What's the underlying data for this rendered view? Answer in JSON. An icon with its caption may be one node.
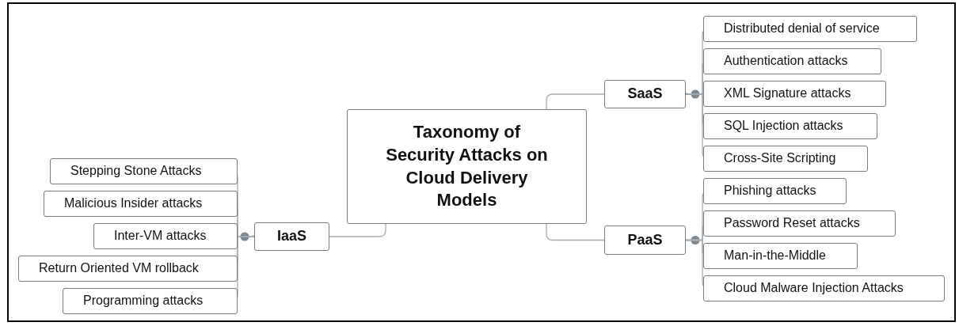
{
  "diagram": {
    "nodes": [
      {
        "text": [
          "Taxonomy of Security Attacks on Cloud Delivery Models"
        ]
      },
      {
        "text": [
          "SaaS"
        ]
      },
      {
        "text": [
          "Distributed denial of service"
        ]
      },
      {
        "text": [
          "Authentication attacks"
        ]
      },
      {
        "text": [
          "XML Signature attacks"
        ]
      },
      {
        "text": [
          "SQL Injection attacks"
        ]
      },
      {
        "text": [
          "Cross-Site Scripting"
        ]
      },
      {
        "text": [
          "PaaS"
        ]
      },
      {
        "text": [
          "Phishing attacks"
        ]
      },
      {
        "text": [
          "Password Reset attacks"
        ]
      },
      {
        "text": [
          "Man-in-the-Middle"
        ]
      },
      {
        "text": [
          "Cloud Malware Injection Attacks"
        ]
      },
      {
        "text": [
          "IaaS"
        ]
      },
      {
        "text": [
          "Stepping Stone Attacks"
        ]
      },
      {
        "text": [
          "Malicious Insider attacks"
        ]
      },
      {
        "text": [
          "Inter-VM attacks"
        ]
      },
      {
        "text": [
          "Return Oriented VM rollback"
        ]
      },
      {
        "text": [
          "Programming attacks"
        ]
      }
    ],
    "edges": [
      {
        "from": 0,
        "to": 1,
        "arrow": "none"
      },
      {
        "from": 1,
        "to": 2,
        "arrow": "none"
      },
      {
        "from": 1,
        "to": 3,
        "arrow": "none"
      },
      {
        "from": 1,
        "to": 4,
        "arrow": "none"
      },
      {
        "from": 1,
        "to": 5,
        "arrow": "none"
      },
      {
        "from": 1,
        "to": 6,
        "arrow": "none"
      },
      {
        "from": 0,
        "to": 7,
        "arrow": "none"
      },
      {
        "from": 7,
        "to": 8,
        "arrow": "none"
      },
      {
        "from": 7,
        "to": 9,
        "arrow": "none"
      },
      {
        "from": 7,
        "to": 10,
        "arrow": "none"
      },
      {
        "from": 7,
        "to": 11,
        "arrow": "none"
      },
      {
        "from": 0,
        "to": 12,
        "arrow": "none"
      },
      {
        "from": 12,
        "to": 13,
        "arrow": "none"
      },
      {
        "from": 12,
        "to": 14,
        "arrow": "none"
      },
      {
        "from": 12,
        "to": 15,
        "arrow": "none"
      },
      {
        "from": 12,
        "to": 16,
        "arrow": "none"
      },
      {
        "from": 12,
        "to": 17,
        "arrow": "none"
      }
    ]
  }
}
